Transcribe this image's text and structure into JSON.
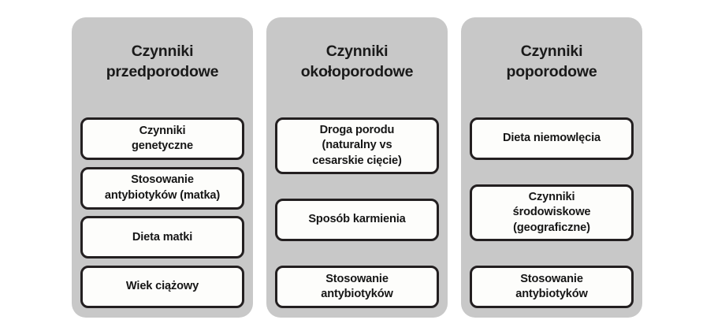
{
  "diagram": {
    "title_text_color": "#1a1a1a",
    "panel_color": "#c8c8c8",
    "box_fill_color": "#fdfdfb",
    "box_border_color": "#231f20",
    "columns": [
      {
        "title": "Czynniki\nprzedporodowe",
        "boxes": [
          {
            "label": "Czynniki\ngenetyczne",
            "lines": 2
          },
          {
            "label": "Stosowanie\nantybiotyków (matka)",
            "lines": 2
          },
          {
            "label": "Dieta matki",
            "lines": 1
          },
          {
            "label": "Wiek ciążowy",
            "lines": 1
          }
        ]
      },
      {
        "title": "Czynniki\nokołoporodowe",
        "boxes": [
          {
            "label": "Droga porodu\n(naturalny vs\ncesarskie cięcie)",
            "lines": 3
          },
          {
            "label": "Sposób karmienia",
            "lines": 1
          },
          {
            "label": "Stosowanie\nantybiotyków",
            "lines": 2
          }
        ]
      },
      {
        "title": "Czynniki\npoporodowe",
        "boxes": [
          {
            "label": "Dieta niemowlęcia",
            "lines": 1
          },
          {
            "label": "Czynniki\nśrodowiskowe\n(geograficzne)",
            "lines": 3
          },
          {
            "label": "Stosowanie\nantybiotyków",
            "lines": 2
          }
        ]
      }
    ]
  }
}
